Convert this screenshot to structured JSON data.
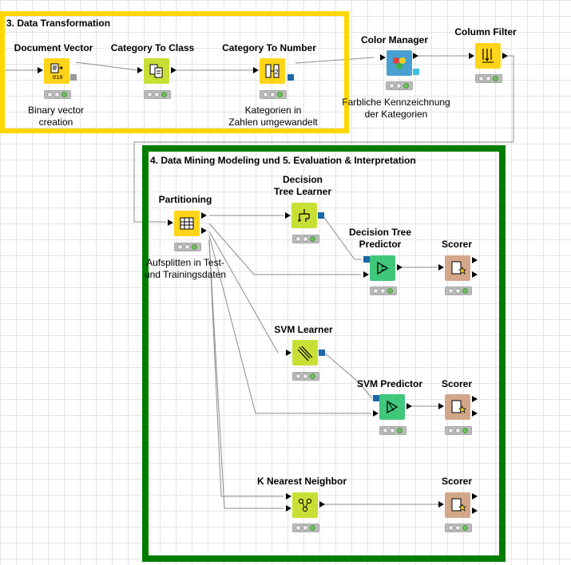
{
  "annotations": {
    "transformation": {
      "title": "3. Data Transformation",
      "border_color": "#ffd700"
    },
    "modeling": {
      "title": "4. Data Mining Modeling und 5. Evaluation & Interpretation",
      "border_color": "#007c00"
    }
  },
  "colors": {
    "manipulator": "#ffd419",
    "learner": "#c8e036",
    "predictor": "#40c77c",
    "scorer": "#d2a789",
    "visualizer": "#4a9fd1",
    "model_port": "#1b68a8",
    "status_ok": "#6fc05e",
    "wire": "#8c8c8c"
  },
  "nodes": {
    "document_vector": {
      "title": "Document Vector",
      "label": "Binary vector\ncreation"
    },
    "category_to_class": {
      "title": "Category To Class"
    },
    "category_to_number": {
      "title": "Category To Number",
      "label": "Kategorien in\nZahlen umgewandelt"
    },
    "color_manager": {
      "title": "Color Manager",
      "label": "Farbliche Kennzeichnung\nder Kategorien"
    },
    "column_filter": {
      "title": "Column Filter"
    },
    "partitioning": {
      "title": "Partitioning",
      "label": "Aufsplitten in Test-\nund Trainingsdaten"
    },
    "dt_learner": {
      "title": "Decision\nTree Learner"
    },
    "dt_predictor": {
      "title": "Decision Tree\nPredictor"
    },
    "scorer_1": {
      "title": "Scorer"
    },
    "svm_learner": {
      "title": "SVM Learner"
    },
    "svm_predictor": {
      "title": "SVM Predictor"
    },
    "scorer_2": {
      "title": "Scorer"
    },
    "knn": {
      "title": "K Nearest Neighbor"
    },
    "scorer_3": {
      "title": "Scorer"
    }
  },
  "icons": {
    "document_vector": "document-vector-icon",
    "category_to_class": "category-to-class-icon",
    "category_to_number": "category-to-number-icon",
    "color_manager": "color-palette-icon",
    "column_filter": "column-filter-icon",
    "partitioning": "partition-table-icon",
    "dt_learner": "decision-tree-icon",
    "dt_predictor": "predictor-icon",
    "svm_learner": "svm-icon",
    "svm_predictor": "predictor-icon",
    "knn": "nearest-neighbor-icon",
    "scorer": "scorer-icon"
  }
}
